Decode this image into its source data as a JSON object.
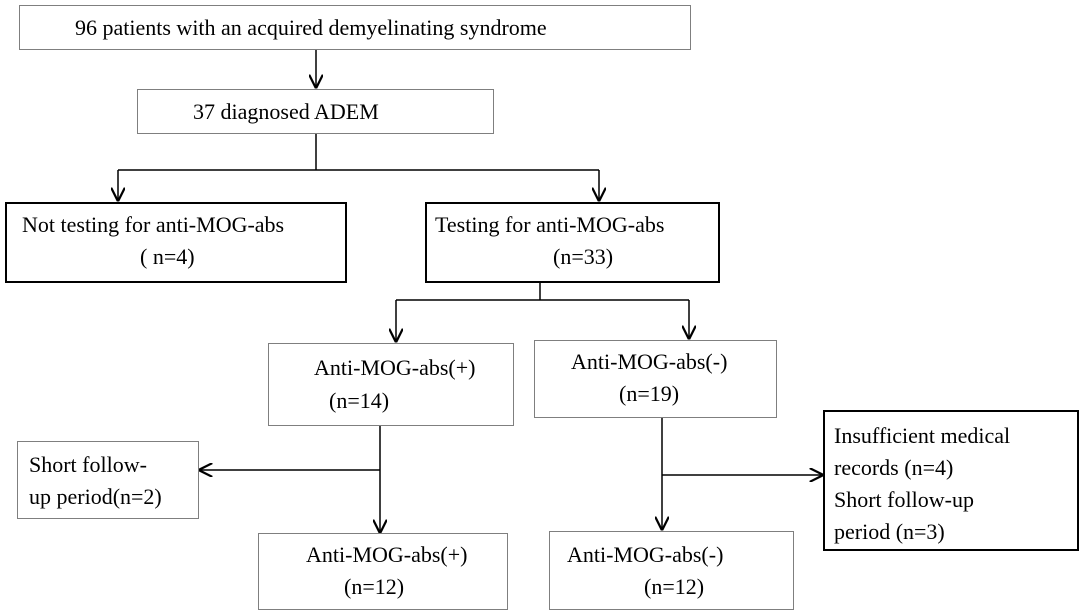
{
  "boxes": {
    "total": {
      "lines": [
        "96 patients with an acquired demyelinating  syndrome"
      ]
    },
    "adem": {
      "lines": [
        "37  diagnosed ADEM"
      ]
    },
    "not_tested": {
      "lines": [
        "Not testing for anti-MOG-abs",
        "( n=4)"
      ]
    },
    "tested": {
      "lines": [
        "Testing for anti-MOG-abs",
        "(n=33)"
      ]
    },
    "mog_pos": {
      "lines": [
        "Anti-MOG-abs(+)",
        "(n=14)"
      ]
    },
    "mog_neg": {
      "lines": [
        "Anti-MOG-abs(-)",
        "(n=19)"
      ]
    },
    "short_followup_left": {
      "lines": [
        "Short follow-",
        "up period(n=2)"
      ]
    },
    "excluded_right": {
      "lines": [
        "Insufficient medical",
        "records (n=4)",
        "Short follow-up",
        "period (n=3)"
      ]
    },
    "mog_pos_final": {
      "lines": [
        "Anti-MOG-abs(+)",
        "(n=12)"
      ]
    },
    "mog_neg_final": {
      "lines": [
        "Anti-MOG-abs(-)",
        "(n=12)"
      ]
    }
  },
  "colors": {
    "line": "#000000",
    "thin_border": "#7f7f7f",
    "background": "#ffffff"
  }
}
